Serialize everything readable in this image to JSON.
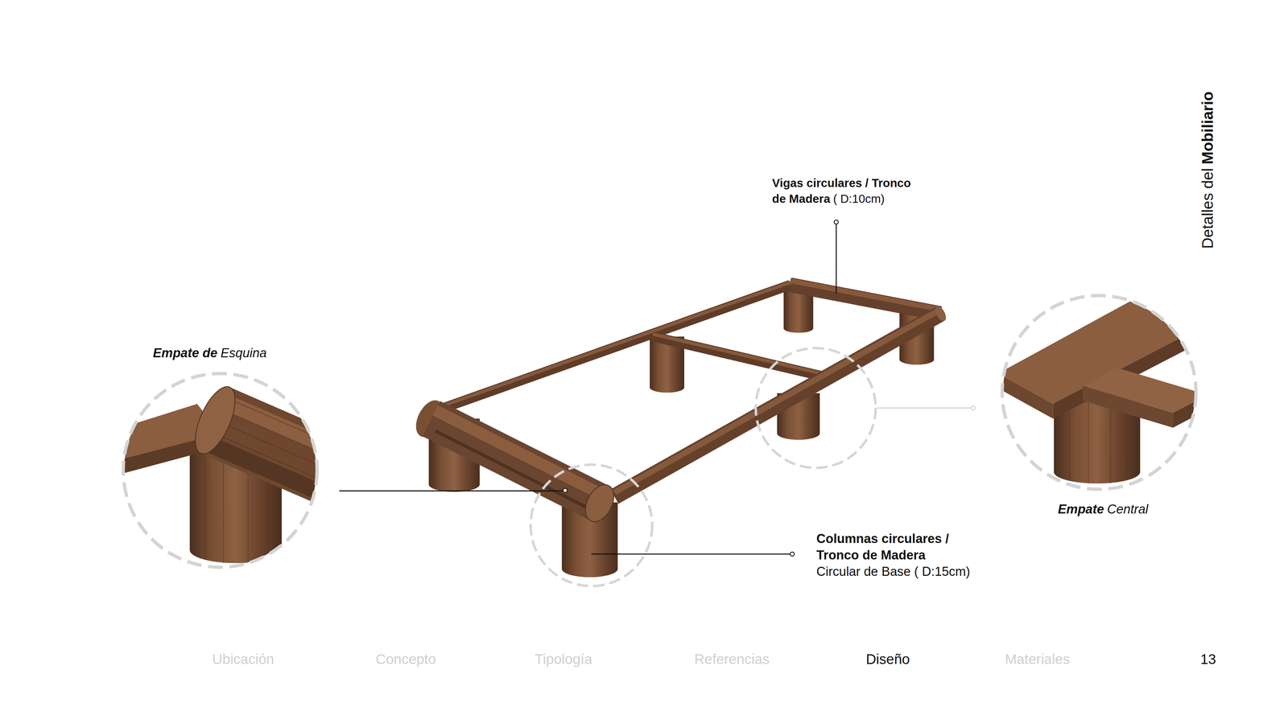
{
  "diagram": {
    "labels": [
      "Vigas circulares / Tronco de Madera",
      "( D:10cm)",
      "Empate de",
      "Esquina",
      "Empate",
      "Central",
      "Columnas circulares / Tronco de Madera",
      "Circular de Base ( D:15cm)",
      "Detalles del",
      "Mobiliario",
      "Ubicación",
      "Concepto",
      "Tipología",
      "Referencias",
      "Diseño",
      "Materiales",
      "13"
    ]
  }
}
